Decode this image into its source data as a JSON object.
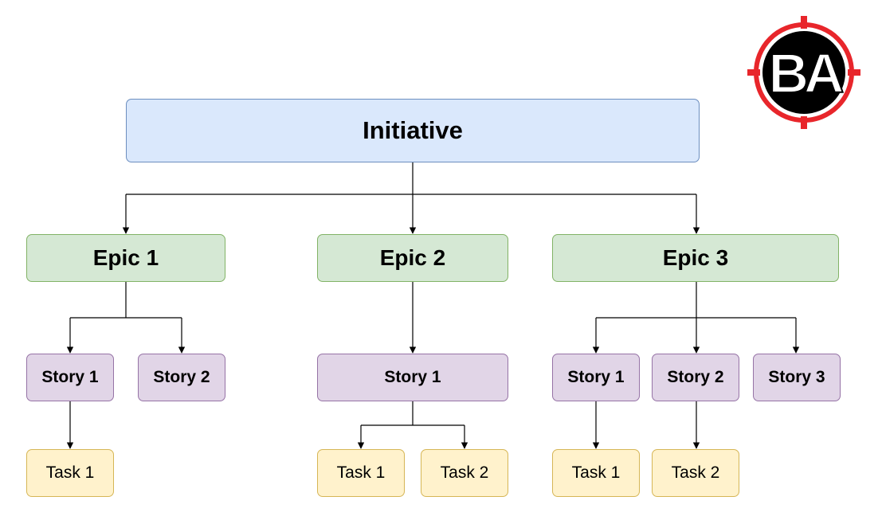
{
  "diagram": {
    "initiative": {
      "label": "Initiative"
    },
    "epics": [
      {
        "label": "Epic 1",
        "stories": [
          {
            "label": "Story 1",
            "tasks": [
              {
                "label": "Task 1"
              }
            ]
          },
          {
            "label": "Story 2",
            "tasks": []
          }
        ]
      },
      {
        "label": "Epic 2",
        "stories": [
          {
            "label": "Story 1",
            "tasks": [
              {
                "label": "Task 1"
              },
              {
                "label": "Task 2"
              }
            ]
          }
        ]
      },
      {
        "label": "Epic 3",
        "stories": [
          {
            "label": "Story 1",
            "tasks": [
              {
                "label": "Task 1"
              }
            ]
          },
          {
            "label": "Story 2",
            "tasks": [
              {
                "label": "Task 2"
              }
            ]
          },
          {
            "label": "Story 3",
            "tasks": []
          }
        ]
      }
    ]
  },
  "logo": {
    "text": "BA",
    "ring_color": "#e8262b",
    "fill_color": "#000000"
  },
  "colors": {
    "initiative": "#dae8fc",
    "epic": "#d5e8d4",
    "story": "#e1d5e7",
    "task": "#fff2cc",
    "connector": "#000000"
  }
}
